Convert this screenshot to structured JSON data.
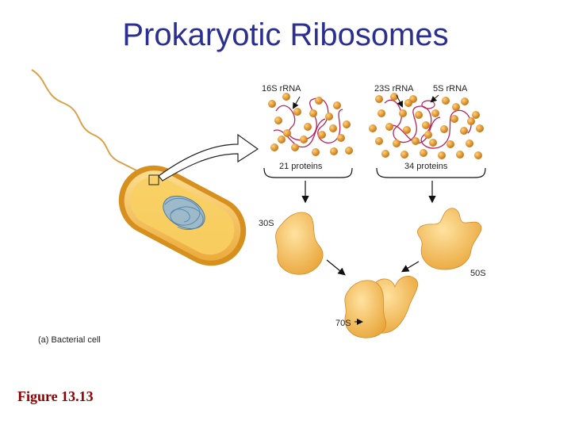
{
  "slide": {
    "title": "Prokaryotic Ribosomes",
    "figure_label": "Figure 13.13"
  },
  "diagram": {
    "cell_caption": "(a) Bacterial cell",
    "small_subunit": {
      "rrna": "16S rRNA",
      "proteins": "21 proteins",
      "name": "30S"
    },
    "large_subunit": {
      "rrna_a": "23S rRNA",
      "rrna_b": "5S rRNA",
      "proteins": "34 proteins",
      "name": "50S"
    },
    "complete_ribosome": "70S"
  },
  "colors": {
    "title": "#2b2f8f",
    "figure_label": "#8b0000",
    "cell_outer": "#e0a531",
    "cell_inner": "#f6c95a",
    "nucleoid": "#3a7ec0",
    "protein": "#d98a1f",
    "rrna": "#b8235a",
    "subunit": "#f3bb55"
  }
}
